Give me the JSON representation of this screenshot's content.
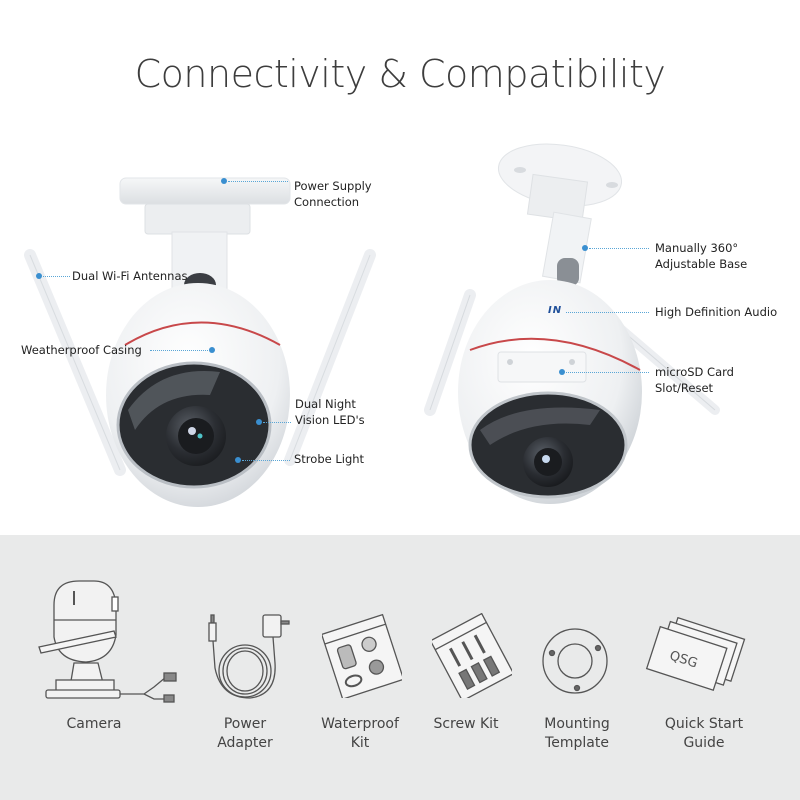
{
  "title": "Connectivity & Compatibility",
  "left_camera": {
    "callouts": [
      {
        "id": "power",
        "lines": [
          "Power Supply",
          "Connection"
        ]
      },
      {
        "id": "antennas",
        "lines": [
          "Dual Wi-Fi Antennas"
        ]
      },
      {
        "id": "casing",
        "lines": [
          "Weatherproof Casing"
        ]
      },
      {
        "id": "night",
        "lines": [
          "Dual Night",
          "Vision LED's"
        ]
      },
      {
        "id": "strobe",
        "lines": [
          "Strobe Light"
        ]
      }
    ]
  },
  "right_camera": {
    "in_badge": "IN",
    "callouts": [
      {
        "id": "base",
        "lines": [
          "Manually 360°",
          "Adjustable Base"
        ]
      },
      {
        "id": "audio",
        "lines": [
          "High Definition Audio"
        ]
      },
      {
        "id": "microsd",
        "lines": [
          "microSD Card",
          "Slot/Reset"
        ]
      }
    ]
  },
  "accessories": [
    {
      "name": "Camera",
      "lines": [
        "Camera"
      ]
    },
    {
      "name": "Power Adapter",
      "lines": [
        "Power",
        "Adapter"
      ]
    },
    {
      "name": "Waterproof Kit",
      "lines": [
        "Waterproof",
        "Kit"
      ]
    },
    {
      "name": "Screw Kit",
      "lines": [
        "Screw Kit"
      ]
    },
    {
      "name": "Mounting Template",
      "lines": [
        "Mounting",
        "Template"
      ]
    },
    {
      "name": "Quick Start Guide",
      "lines": [
        "Quick Start",
        "Guide"
      ],
      "icon_text": "QSG"
    }
  ],
  "colors": {
    "accent_dot": "#3a8fd0",
    "red_ring": "#c8484a",
    "bottom_bg": "#e9eaea",
    "text": "#333333"
  }
}
